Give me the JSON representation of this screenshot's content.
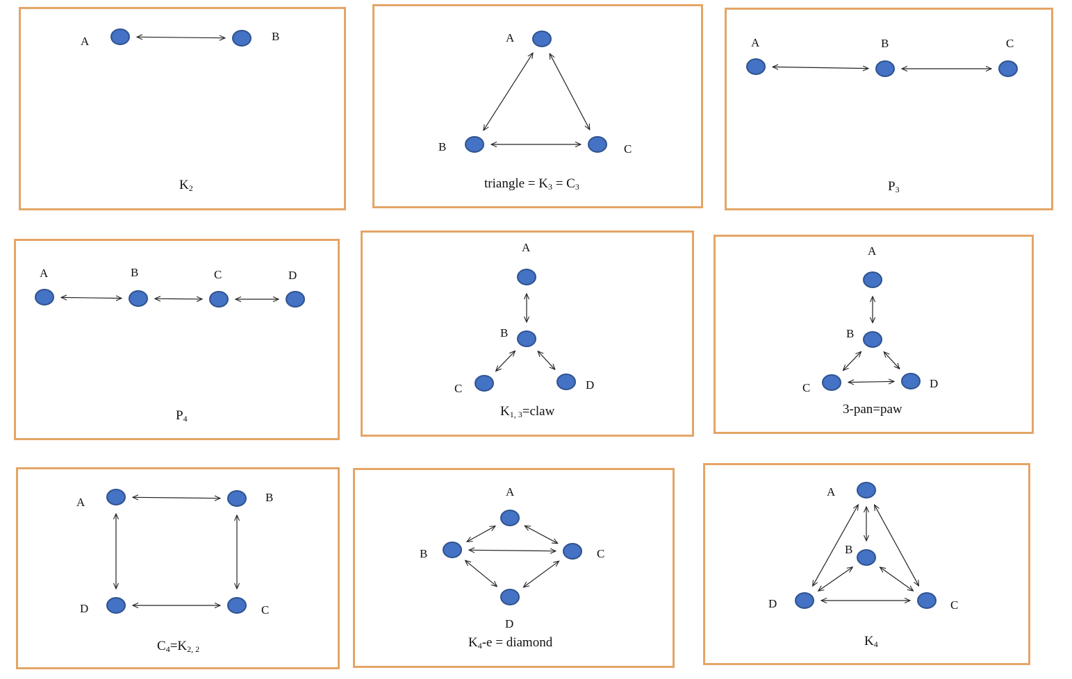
{
  "colors": {
    "frame": "#E4A566",
    "node_fill": "#4472C4",
    "node_stroke": "#2F528F",
    "edge": "#222222"
  },
  "panels": [
    {
      "id": "k2",
      "caption": {
        "base": "K",
        "sub": "2",
        "tail": ""
      },
      "nodes": [
        "A",
        "B"
      ]
    },
    {
      "id": "triangle",
      "caption": {
        "base": "triangle = K",
        "sub": "3",
        "tail": " = C",
        "sub2": "3"
      },
      "nodes": [
        "A",
        "B",
        "C"
      ]
    },
    {
      "id": "p3",
      "caption": {
        "base": "P",
        "sub": "3",
        "tail": ""
      },
      "nodes": [
        "A",
        "B",
        "C"
      ]
    },
    {
      "id": "p4",
      "caption": {
        "base": "P",
        "sub": "4",
        "tail": ""
      },
      "nodes": [
        "A",
        "B",
        "C",
        "D"
      ]
    },
    {
      "id": "claw",
      "caption": {
        "base": "K",
        "sub": "1, 3",
        "tail": "=claw"
      },
      "nodes": [
        "A",
        "B",
        "C",
        "D"
      ]
    },
    {
      "id": "paw",
      "caption": {
        "base": "3-pan=paw",
        "sub": "",
        "tail": ""
      },
      "nodes": [
        "A",
        "B",
        "C",
        "D"
      ]
    },
    {
      "id": "c4",
      "caption": {
        "base": "C",
        "sub": "4",
        "tail": "=K",
        "sub2": "2, 2"
      },
      "nodes": [
        "A",
        "B",
        "C",
        "D"
      ]
    },
    {
      "id": "diamond",
      "caption": {
        "base": "K",
        "sub": "4",
        "tail": "-e = diamond"
      },
      "nodes": [
        "A",
        "B",
        "C",
        "D"
      ]
    },
    {
      "id": "k4",
      "caption": {
        "base": "K",
        "sub": "4",
        "tail": ""
      },
      "nodes": [
        "A",
        "B",
        "C",
        "D"
      ]
    }
  ],
  "edges": {
    "k2": [
      [
        "A",
        "B"
      ]
    ],
    "triangle": [
      [
        "A",
        "B"
      ],
      [
        "A",
        "C"
      ],
      [
        "B",
        "C"
      ]
    ],
    "p3": [
      [
        "A",
        "B"
      ],
      [
        "B",
        "C"
      ]
    ],
    "p4": [
      [
        "A",
        "B"
      ],
      [
        "B",
        "C"
      ],
      [
        "C",
        "D"
      ]
    ],
    "claw": [
      [
        "A",
        "B"
      ],
      [
        "B",
        "C"
      ],
      [
        "B",
        "D"
      ]
    ],
    "paw": [
      [
        "A",
        "B"
      ],
      [
        "B",
        "C"
      ],
      [
        "B",
        "D"
      ],
      [
        "C",
        "D"
      ]
    ],
    "c4": [
      [
        "A",
        "B"
      ],
      [
        "A",
        "D"
      ],
      [
        "B",
        "C"
      ],
      [
        "D",
        "C"
      ]
    ],
    "diamond": [
      [
        "A",
        "B"
      ],
      [
        "A",
        "C"
      ],
      [
        "B",
        "C"
      ],
      [
        "B",
        "D"
      ],
      [
        "C",
        "D"
      ]
    ],
    "k4": [
      [
        "A",
        "B"
      ],
      [
        "A",
        "D"
      ],
      [
        "A",
        "C"
      ],
      [
        "B",
        "D"
      ],
      [
        "B",
        "C"
      ],
      [
        "D",
        "C"
      ]
    ]
  }
}
